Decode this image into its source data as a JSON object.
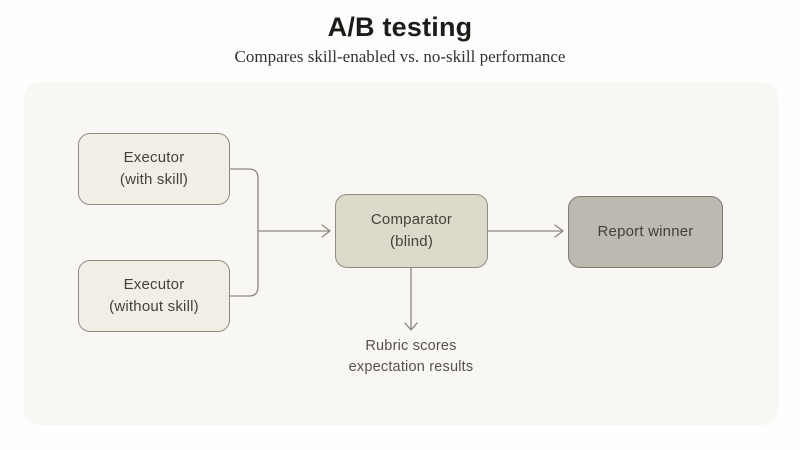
{
  "header": {
    "title": "A/B testing",
    "subtitle": "Compares skill-enabled vs. no-skill performance"
  },
  "diagram": {
    "type": "flowchart",
    "nodes": {
      "executor_with": {
        "label_line1": "Executor",
        "label_line2": "(with skill)"
      },
      "executor_without": {
        "label_line1": "Executor",
        "label_line2": "(without skill)"
      },
      "comparator": {
        "label_line1": "Comparator",
        "label_line2": "(blind)"
      },
      "report_winner": {
        "label": "Report winner"
      }
    },
    "edges": [
      {
        "from": "executor_with",
        "to": "comparator",
        "style": "merge-arrow"
      },
      {
        "from": "executor_without",
        "to": "comparator",
        "style": "merge-arrow"
      },
      {
        "from": "comparator",
        "to": "report_winner",
        "style": "arrow"
      },
      {
        "from": "comparator",
        "to": "rubric_annotation",
        "style": "arrow-down"
      }
    ],
    "annotation": {
      "line1": "Rubric scores",
      "line2": "expectation results"
    },
    "colors": {
      "panel_background": "#f8f7f3",
      "executor_fill": "#f1eee5",
      "executor_border": "#8e8b80",
      "comparator_fill": "#ddd9cb",
      "comparator_border": "#8e8b80",
      "report_fill": "#bcb9b0",
      "report_border": "#7d7a71",
      "connector_stroke": "#8b887d",
      "node_text": "#454239",
      "annotation_text": "#55524a",
      "title_text": "#1d1c19"
    }
  }
}
